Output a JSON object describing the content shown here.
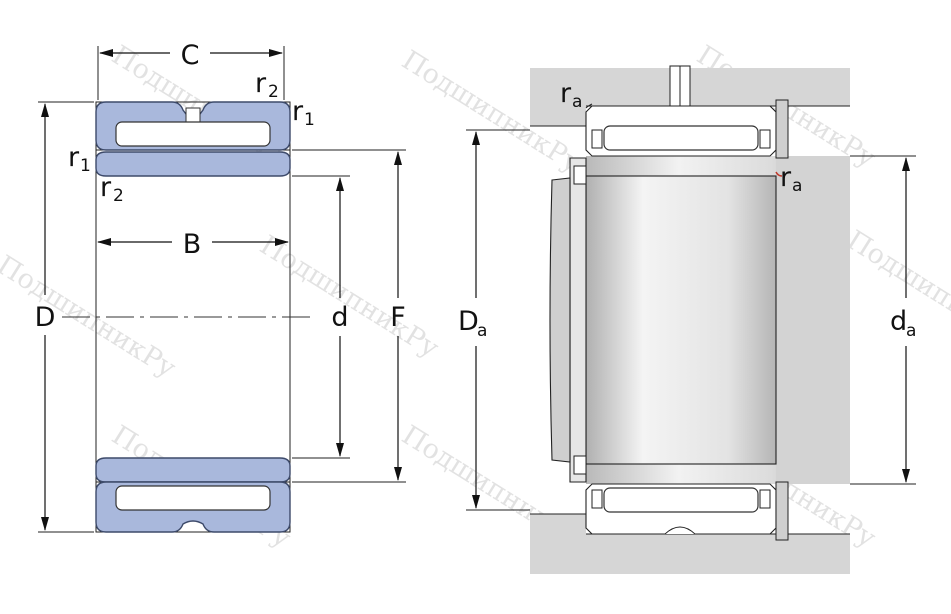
{
  "watermark": "ПодшипникРу",
  "left_view": {
    "labels": {
      "C": "C",
      "B": "B",
      "D": "D",
      "d": "d",
      "F": "F",
      "r_letter": "r",
      "sub_1": "1",
      "sub_2": "2"
    }
  },
  "right_view": {
    "labels": {
      "Da_main": "D",
      "Da_sub": "a",
      "da_main": "d",
      "da_sub": "a",
      "ra_main": "r",
      "ra_sub": "a"
    }
  },
  "colors": {
    "ring_fill": "#a9b8dc",
    "housing_grey": "#d6d6d6",
    "line": "#222222"
  }
}
